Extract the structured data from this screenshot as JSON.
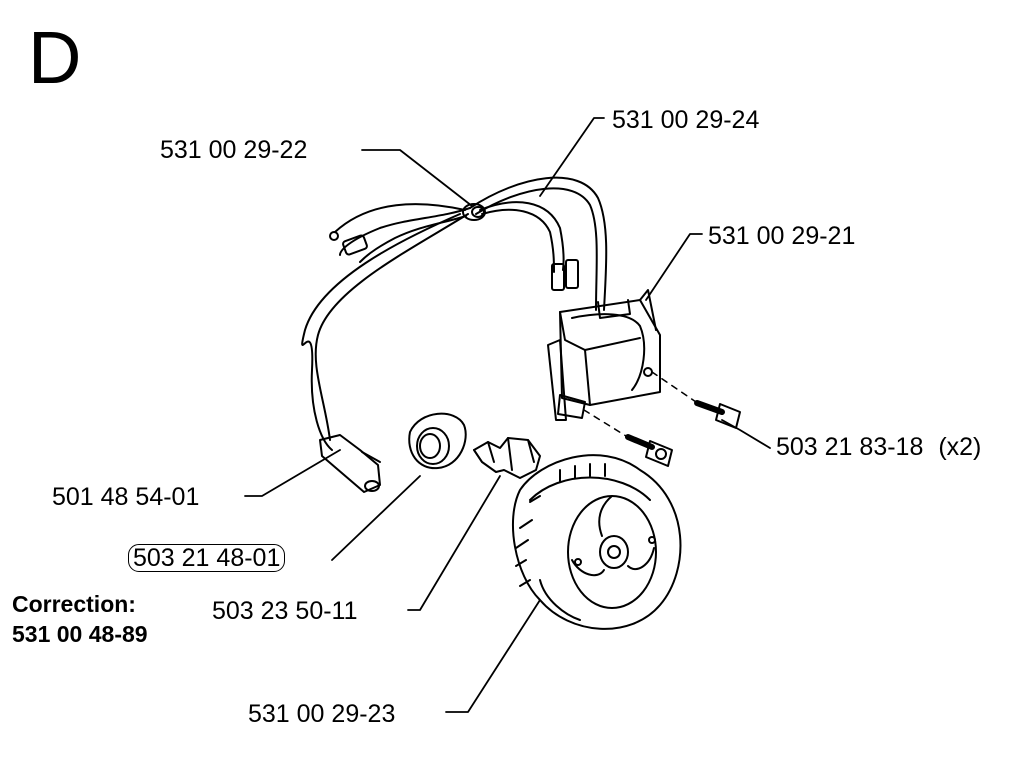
{
  "section": "D",
  "parts": {
    "wire_harness": "531 00 29-24",
    "grommet": "531 00 29-22",
    "ignition_coil": "531 00 29-21",
    "coil_screw": "503 21 83-18",
    "coil_screw_qty": "(x2)",
    "spark_plug_cap": "501 48 54-01",
    "washer": "503 21 48-01",
    "spark_plug": "503 23 50-11",
    "flywheel": "531 00 29-23"
  },
  "correction": {
    "heading": "Correction:",
    "number": "531 00 48-89"
  }
}
